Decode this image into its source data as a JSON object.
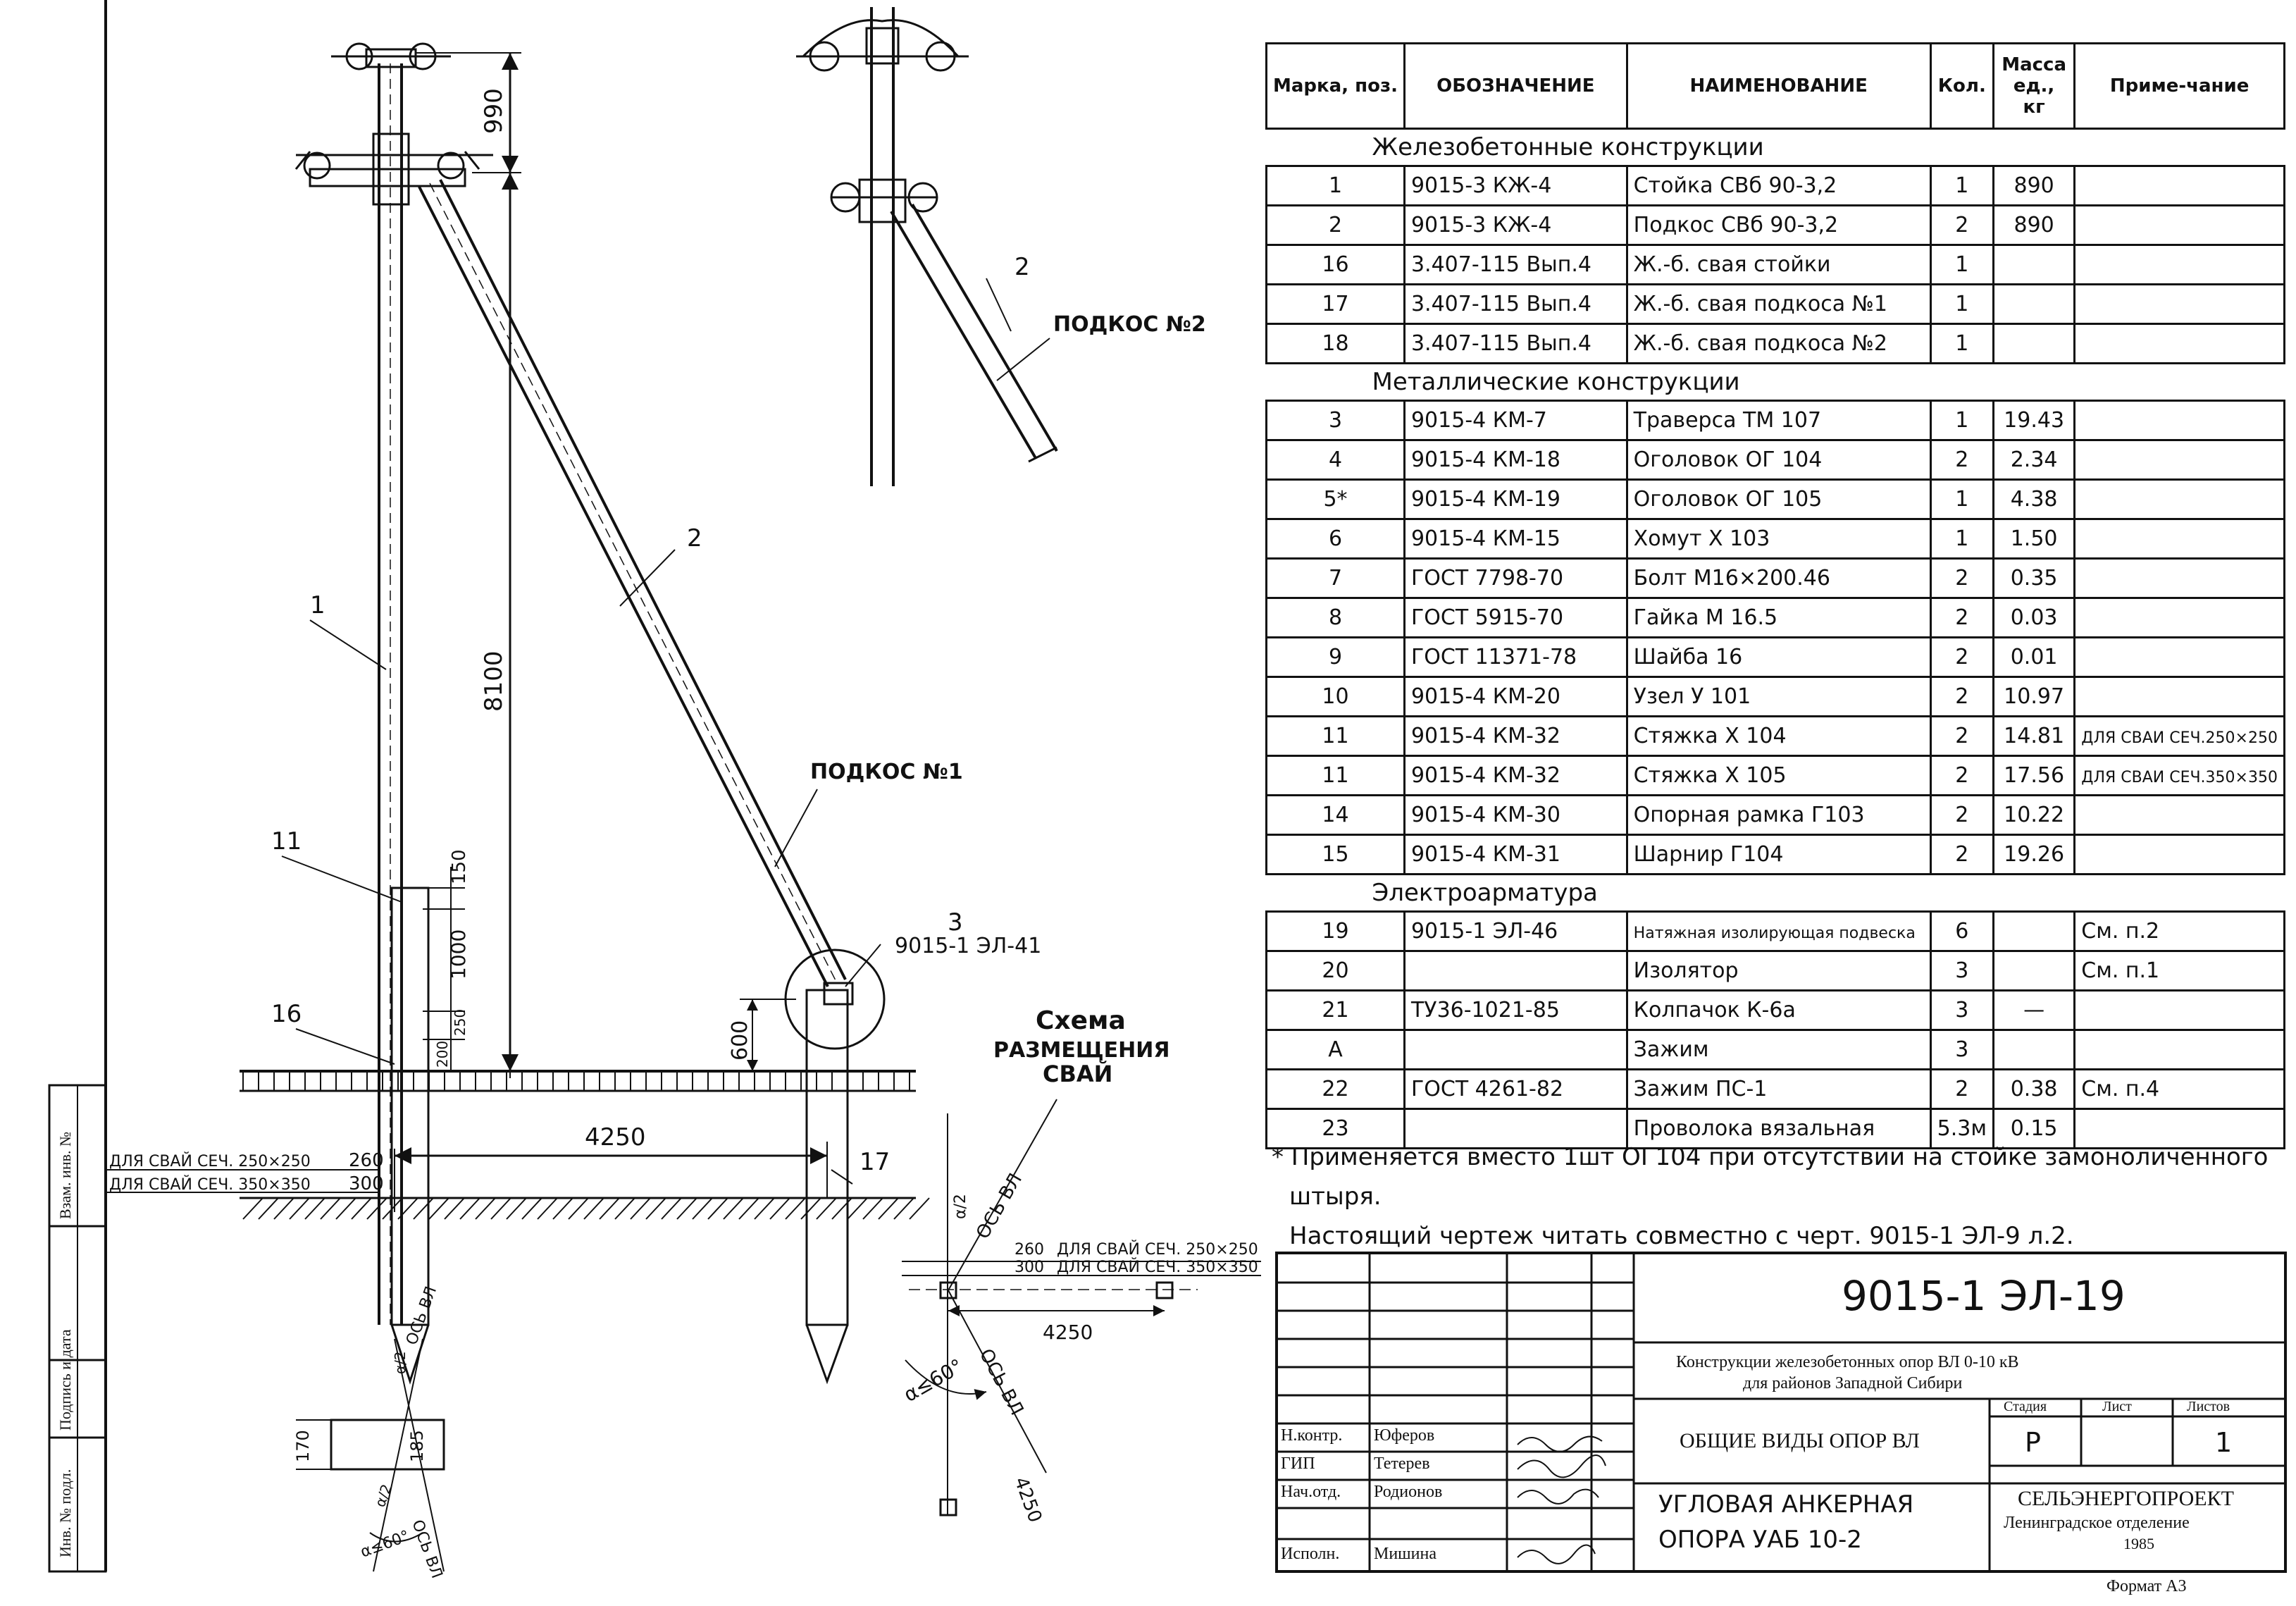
{
  "drawing": {
    "dims": {
      "d990": "990",
      "d8100": "8100",
      "d150": "150",
      "d1000": "1000",
      "d250": "250",
      "d200": "200",
      "d600": "600",
      "d4250": "4250",
      "d260": "260",
      "d300": "300",
      "d170": "170",
      "d185": "185",
      "d4250b": "4250",
      "d4250c": "4250"
    },
    "labels": {
      "l1": "1",
      "l2": "2",
      "l2b": "2",
      "l3": "3",
      "l11": "11",
      "l16": "16",
      "l17": "17",
      "podkos1": "ПОДКОС №1",
      "podkos2": "ПОДКОС №2",
      "ref3": "9015-1 ЭЛ-41",
      "pile1": "ДЛЯ СВАЙ СЕЧ. 250×250",
      "pile2": "ДЛЯ СВАЙ СЕЧ. 350×350",
      "pile3": "ДЛЯ СВАЙ СЕЧ. 250×250",
      "pile4": "ДЛЯ СВАЙ СЕЧ. 350×350",
      "v260": "260",
      "v300": "300",
      "scheme1": "Схема",
      "scheme2": "РАЗМЕЩЕНИЯ",
      "scheme3": "СВАЙ",
      "axis1": "ОСЬ ВЛ",
      "axis2": "ОСЬ ВЛ",
      "axis3": "ОСЬ ВЛ",
      "axis4": "ОСЬ ВЛ",
      "half1": "α/2",
      "half2": "α/2",
      "half3": "α/2",
      "alpha1": "α≤60°",
      "alpha2": "α≤60°"
    }
  },
  "spec": {
    "headers": [
      "Марка, поз.",
      "ОБОЗНАЧЕНИЕ",
      "НАИМЕНОВАНИЕ",
      "Кол.",
      "Масса ед., кг",
      "Приме-чание"
    ],
    "sections": [
      {
        "title": "Железобетонные конструкции",
        "rows": [
          {
            "pos": "1",
            "code": "9015-3 КЖ-4",
            "name": "Стойка СВб 90-3,2",
            "qty": "1",
            "mass": "890",
            "note": ""
          },
          {
            "pos": "2",
            "code": "9015-3 КЖ-4",
            "name": "Подкос СВб 90-3,2",
            "qty": "2",
            "mass": "890",
            "note": ""
          },
          {
            "pos": "16",
            "code": "3.407-115 Вып.4",
            "name": "Ж.-б. свая стойки",
            "qty": "1",
            "mass": "",
            "note": ""
          },
          {
            "pos": "17",
            "code": "3.407-115 Вып.4",
            "name": "Ж.-б. свая подкоса №1",
            "qty": "1",
            "mass": "",
            "note": ""
          },
          {
            "pos": "18",
            "code": "3.407-115 Вып.4",
            "name": "Ж.-б. свая подкоса №2",
            "qty": "1",
            "mass": "",
            "note": ""
          }
        ]
      },
      {
        "title": "Металлические конструкции",
        "rows": [
          {
            "pos": "3",
            "code": "9015-4 КМ-7",
            "name": "Траверса ТМ 107",
            "qty": "1",
            "mass": "19.43",
            "note": ""
          },
          {
            "pos": "4",
            "code": "9015-4 КМ-18",
            "name": "Оголовок ОГ 104",
            "qty": "2",
            "mass": "2.34",
            "note": ""
          },
          {
            "pos": "5*",
            "code": "9015-4 КМ-19",
            "name": "Оголовок ОГ 105",
            "qty": "1",
            "mass": "4.38",
            "note": ""
          },
          {
            "pos": "6",
            "code": "9015-4 КМ-15",
            "name": "Хомут Х 103",
            "qty": "1",
            "mass": "1.50",
            "note": ""
          },
          {
            "pos": "7",
            "code": "ГОСТ 7798-70",
            "name": "Болт М16×200.46",
            "qty": "2",
            "mass": "0.35",
            "note": ""
          },
          {
            "pos": "8",
            "code": "ГОСТ 5915-70",
            "name": "Гайка М 16.5",
            "qty": "2",
            "mass": "0.03",
            "note": ""
          },
          {
            "pos": "9",
            "code": "ГОСТ 11371-78",
            "name": "Шайба 16",
            "qty": "2",
            "mass": "0.01",
            "note": ""
          },
          {
            "pos": "10",
            "code": "9015-4 КМ-20",
            "name": "Узел У 101",
            "qty": "2",
            "mass": "10.97",
            "note": ""
          },
          {
            "pos": "11",
            "code": "9015-4 КМ-32",
            "name": "Стяжка Х 104",
            "qty": "2",
            "mass": "14.81",
            "note": "ДЛЯ СВАИ СЕЧ.250×250"
          },
          {
            "pos": "11",
            "code": "9015-4 КМ-32",
            "name": "Стяжка Х 105",
            "qty": "2",
            "mass": "17.56",
            "note": "ДЛЯ СВАИ СЕЧ.350×350"
          },
          {
            "pos": "14",
            "code": "9015-4 КМ-30",
            "name": "Опорная рамка Г103",
            "qty": "2",
            "mass": "10.22",
            "note": ""
          },
          {
            "pos": "15",
            "code": "9015-4 КМ-31",
            "name": "Шарнир Г104",
            "qty": "2",
            "mass": "19.26",
            "note": ""
          }
        ]
      },
      {
        "title": "Электроарматура",
        "rows": [
          {
            "pos": "19",
            "code": "9015-1 ЭЛ-46",
            "name": "Натяжная изолирующая подвеска",
            "qty": "6",
            "mass": "",
            "note": "См. п.2"
          },
          {
            "pos": "20",
            "code": "",
            "name": "Изолятор",
            "qty": "3",
            "mass": "",
            "note": "См. п.1"
          },
          {
            "pos": "21",
            "code": "ТУ36-1021-85",
            "name": "Колпачок К-6а",
            "qty": "3",
            "mass": "—",
            "note": ""
          },
          {
            "pos": "А",
            "code": "",
            "name": "Зажим",
            "qty": "3",
            "mass": "",
            "note": ""
          },
          {
            "pos": "22",
            "code": "ГОСТ 4261-82",
            "name": "Зажим ПС-1",
            "qty": "2",
            "mass": "0.38",
            "note": "См. п.4"
          },
          {
            "pos": "23",
            "code": "",
            "name": "Проволока вязальная",
            "qty": "5.3м",
            "mass": "0.15",
            "note": ""
          }
        ]
      }
    ]
  },
  "notes": {
    "n1a": "* Применяется вместо 1шт ОГ104 при отсутствии на стойке замоноличенного",
    "n1b": "штыря.",
    "n2": "Настоящий чертеж читать совместно с черт. 9015-1 ЭЛ-9 л.2."
  },
  "titleblock": {
    "code": "9015-1 ЭЛ-19",
    "desc1": "Конструкции железобетонных опор ВЛ 0-10 кВ",
    "desc2": "для районов Западной Сибири",
    "general": "ОБЩИЕ ВИДЫ ОПОР ВЛ",
    "drawing_title1": "УГЛОВАЯ АНКЕРНАЯ",
    "drawing_title2": "ОПОРА УАБ 10-2",
    "stage_h": "Стадия",
    "sheet_h": "Лист",
    "sheets_h": "Листов",
    "stage": "Р",
    "sheets": "1",
    "org1": "СЕЛЬЭНЕРГОПРОЕКТ",
    "org2": "Ленинградское отделение",
    "org3": "1985",
    "format": "Формат А3",
    "roles": [
      "Н.контр.",
      "ГИП",
      "Нач.отд.",
      "Исполн."
    ],
    "names": [
      "Юферов",
      "Тетерев",
      "Родионов",
      "Мишина"
    ]
  },
  "sidebar": {
    "s1": "Инв. № подл.",
    "s2": "Подпись и дата",
    "s3": "Взам. инв. №"
  }
}
